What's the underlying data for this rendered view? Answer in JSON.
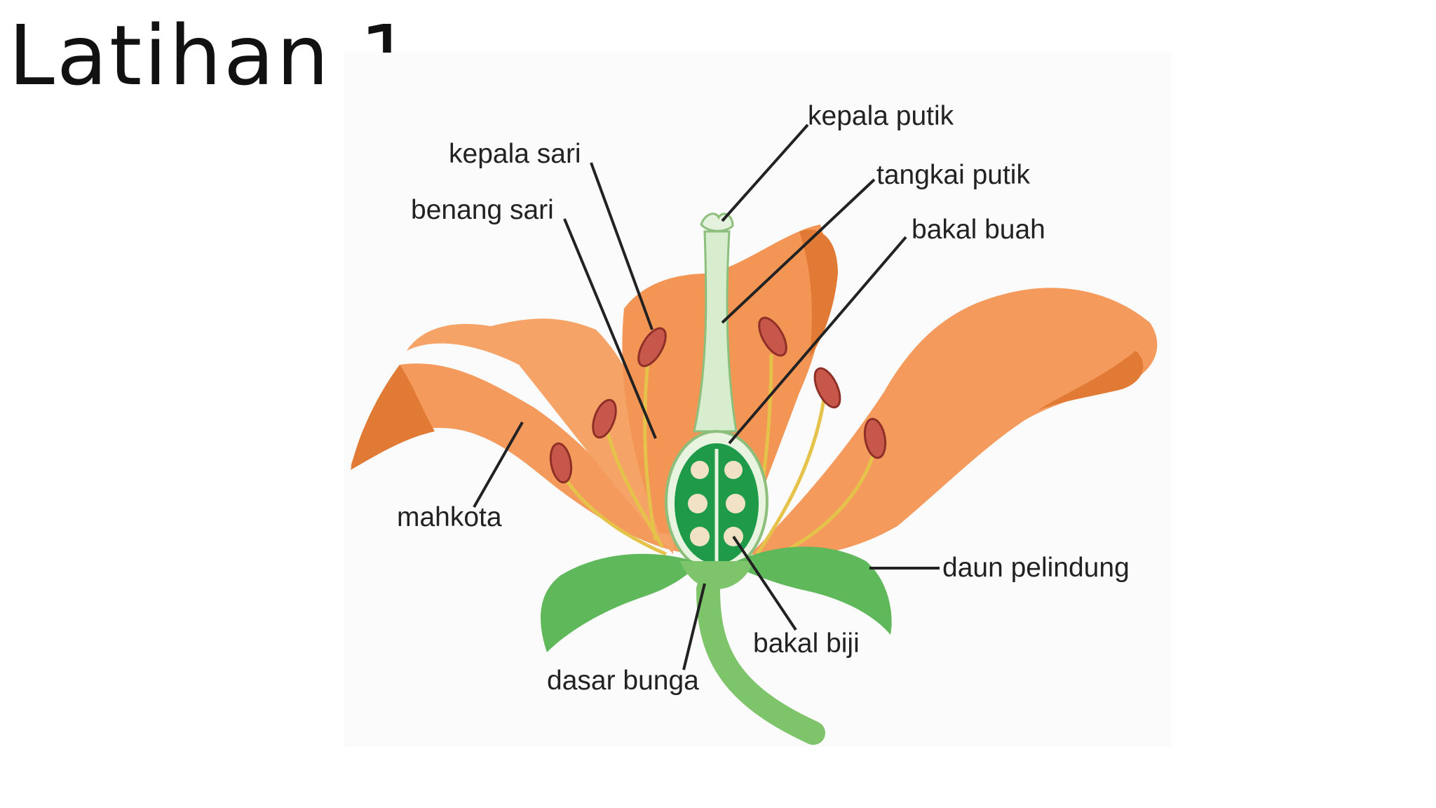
{
  "slide": {
    "title": "Latihan 1"
  },
  "diagram": {
    "labels": {
      "kepala_putik": "kepala putik",
      "kepala_sari": "kepala sari",
      "tangkai_putik": "tangkai putik",
      "benang_sari": "benang sari",
      "bakal_buah": "bakal buah",
      "mahkota": "mahkota",
      "daun_pelindung": "daun pelindung",
      "bakal_biji": "bakal biji",
      "dasar_bunga": "dasar bunga"
    },
    "colors": {
      "petal": "#F39A5C",
      "petal_dark": "#E07A35",
      "leaf": "#5FB85A",
      "stem": "#7EC46A",
      "ovary": "#1E9A48",
      "anther": "#C7574A",
      "filament": "#E5C24A"
    }
  }
}
